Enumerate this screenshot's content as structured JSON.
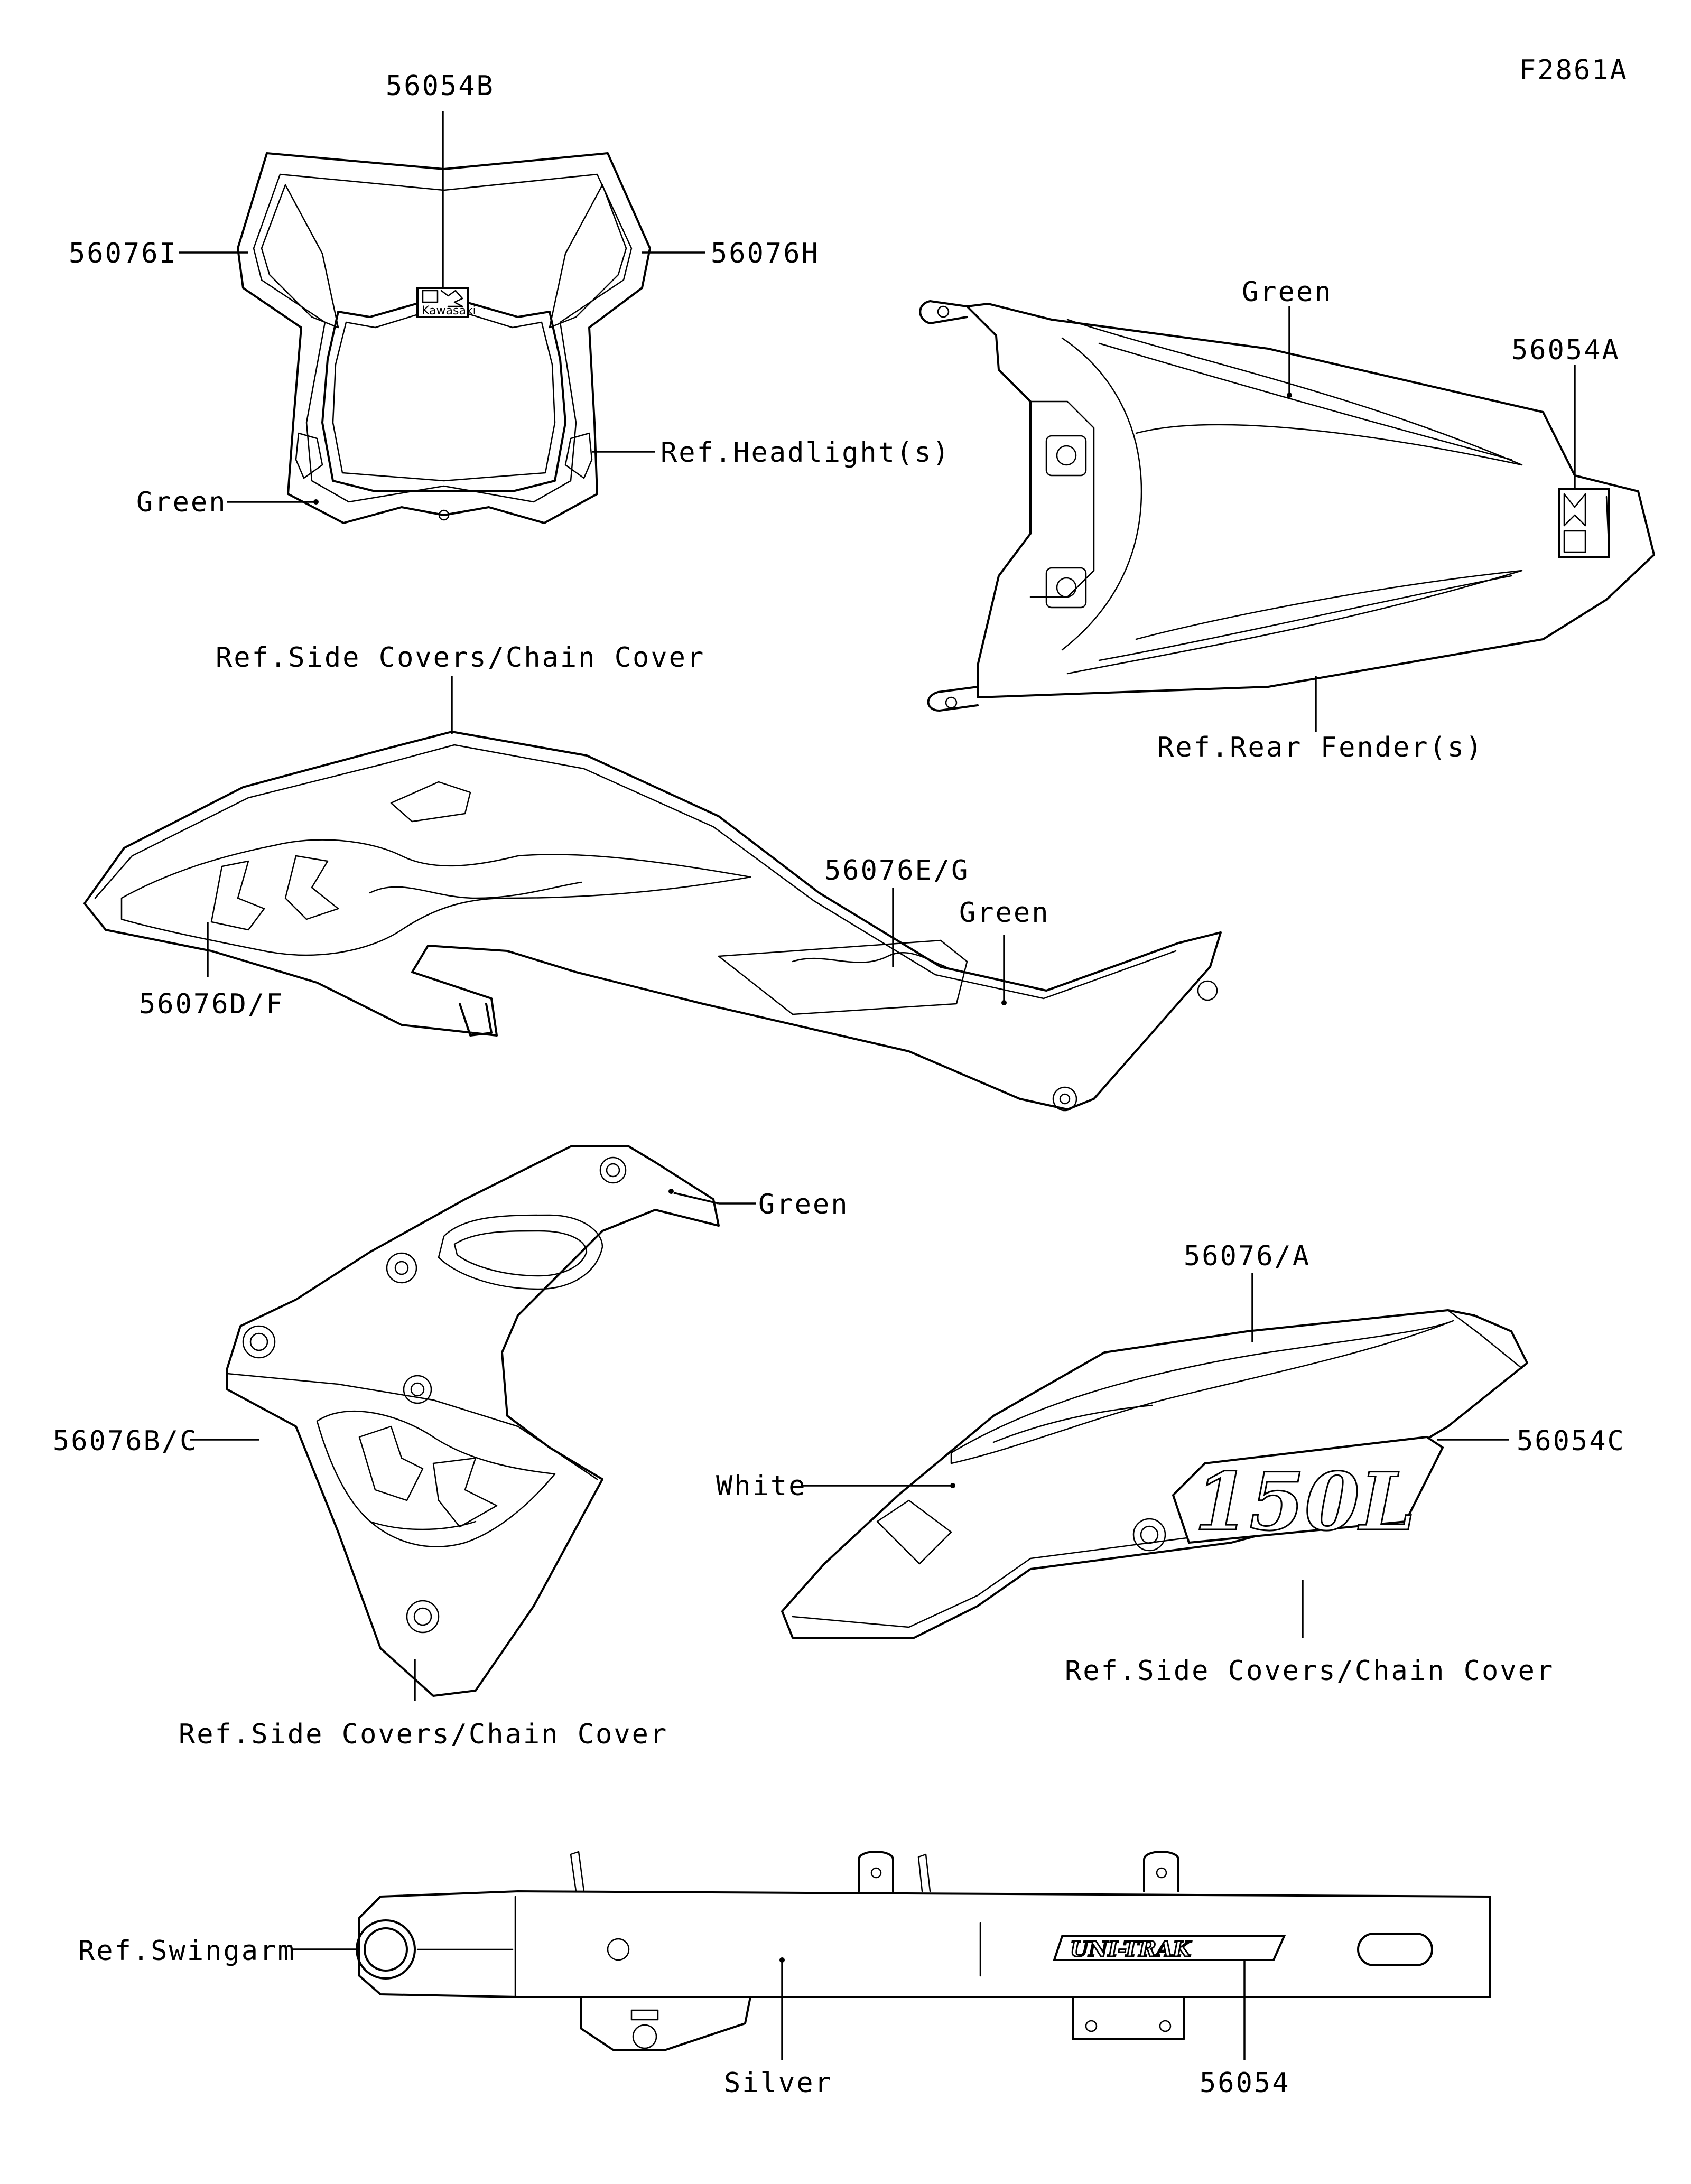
{
  "figure_id": "F2861A",
  "labels": {
    "headlight": {
      "part_56054B": "56054B",
      "part_56076I": "56076I",
      "part_56076H": "56076H",
      "ref_headlight": "Ref.Headlight(s)",
      "color_green": "Green"
    },
    "rear_fender": {
      "color_green": "Green",
      "part_56054A": "56054A",
      "ref_rear_fender": "Ref.Rear Fender(s)"
    },
    "side_cover_upper": {
      "ref_side_covers": "Ref.Side Covers/Chain Cover",
      "part_56076EG": "56076E/G",
      "color_green": "Green",
      "part_56076DF": "56076D/F"
    },
    "side_cover_left": {
      "color_green": "Green",
      "part_56076BC": "56076B/C",
      "ref_side_covers": "Ref.Side Covers/Chain Cover"
    },
    "side_cover_right": {
      "part_56076A": "56076/A",
      "part_56054C": "56054C",
      "color_white": "White",
      "ref_side_covers": "Ref.Side Covers/Chain Cover"
    },
    "swingarm": {
      "ref_swingarm": "Ref.Swingarm",
      "color_silver": "Silver",
      "part_56054": "56054"
    }
  },
  "decal_text": {
    "kawasaki": "Kawasaki",
    "model": "150L",
    "unitrak": "UNI-TRAK"
  }
}
